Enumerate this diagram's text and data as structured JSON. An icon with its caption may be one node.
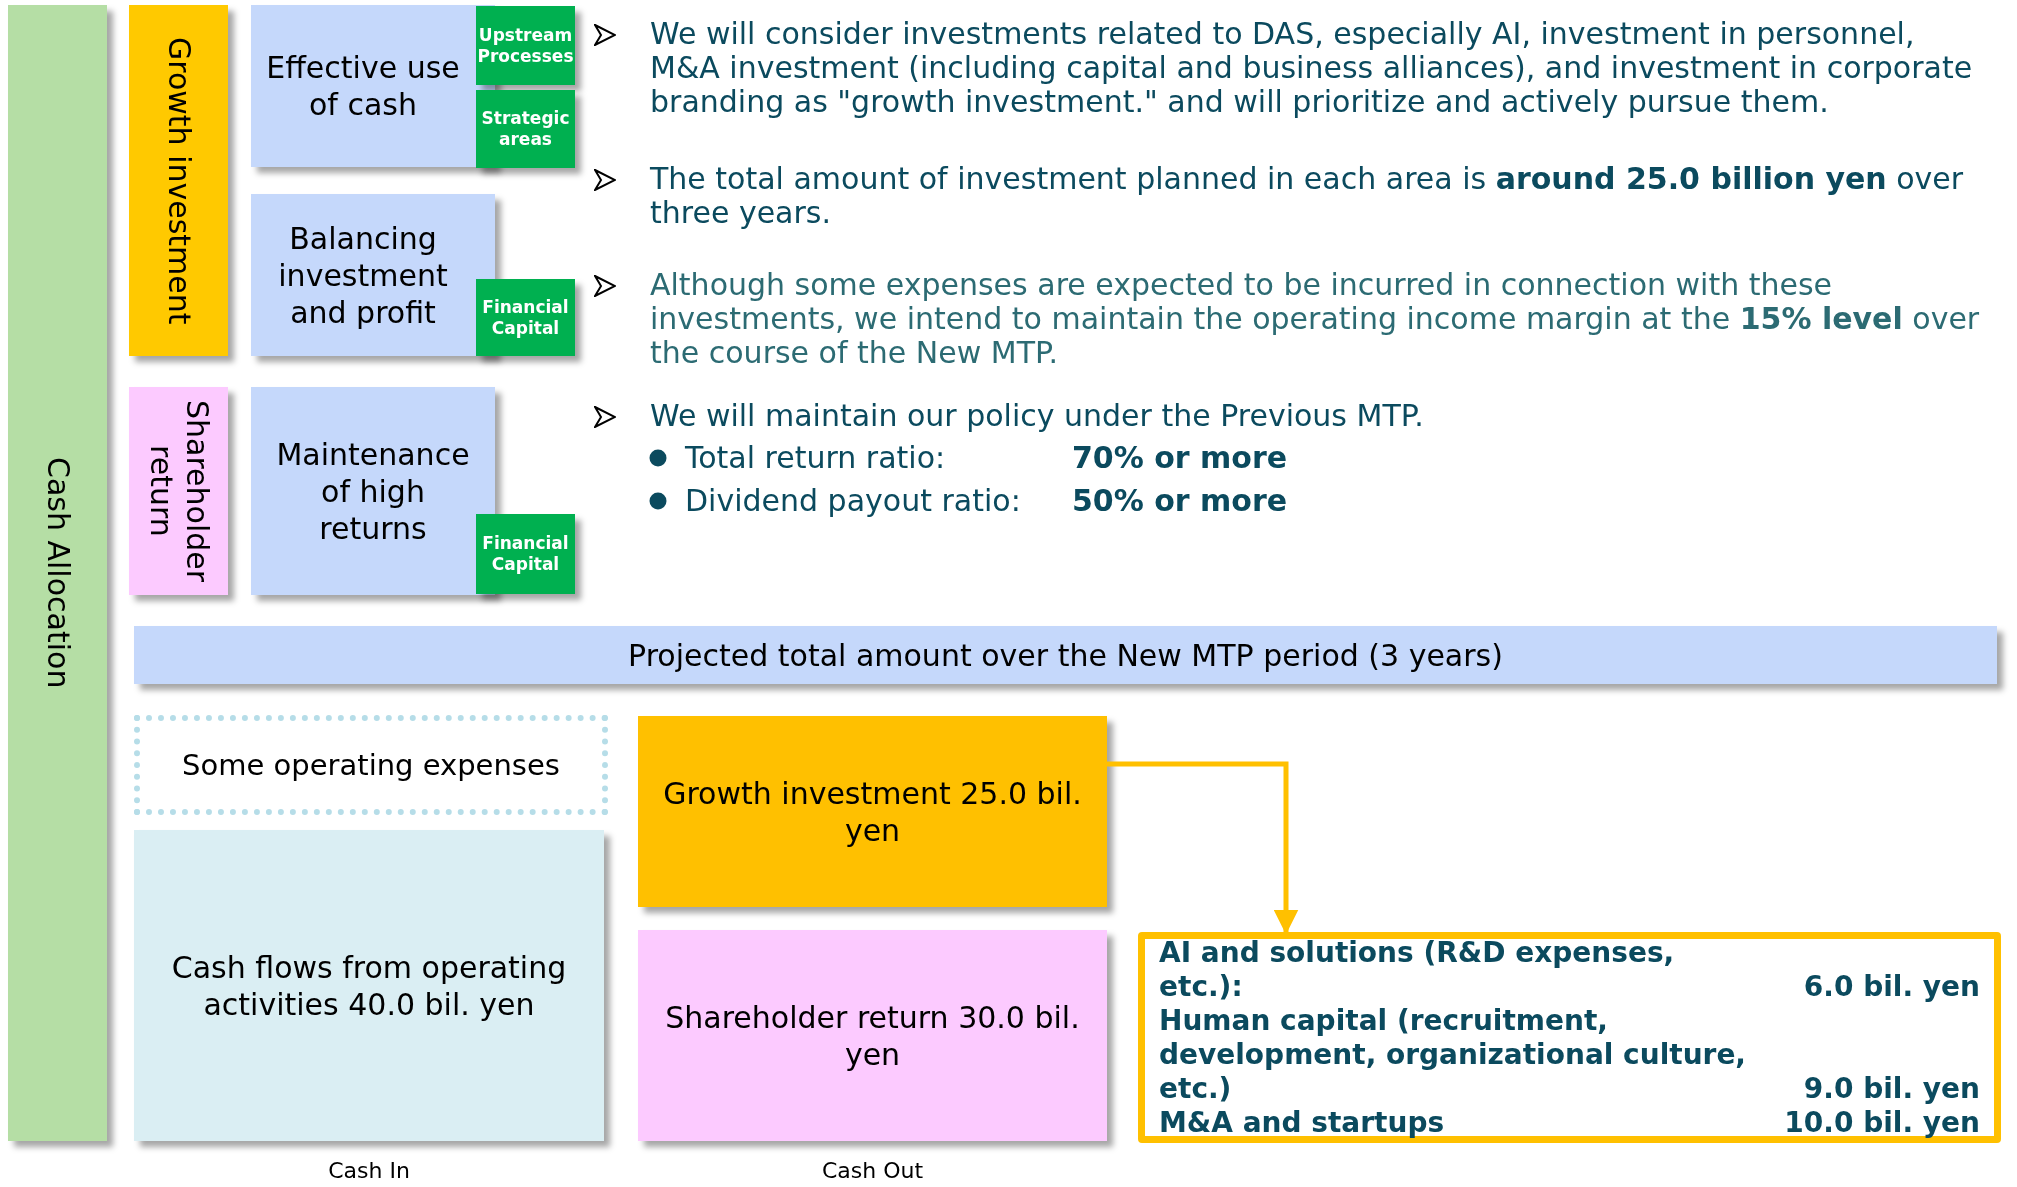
{
  "diagram": {
    "nodes": [
      {
        "text": [
          "Cash Allocation"
        ]
      },
      {
        "text": [
          "Growth investment"
        ]
      },
      {
        "text": [
          "Effective use of cash"
        ]
      },
      {
        "text": [
          "Upstream Processes"
        ]
      },
      {
        "text": [
          "Strategic areas"
        ]
      },
      {
        "text": [
          "Balancing investment and profit"
        ]
      },
      {
        "text": [
          "Financial Capital"
        ]
      },
      {
        "text": [
          "Shareholder return"
        ]
      },
      {
        "text": [
          "Maintenance of high returns"
        ]
      },
      {
        "text": [
          "Financial Capital"
        ]
      },
      {
        "text": [
          "Projected total amount over the New MTP period (3 years)"
        ]
      },
      {
        "text": [
          "Some operating expenses"
        ]
      },
      {
        "text": [
          "Cash flows from operating activities 40.0 bil. yen"
        ],
        "beside": [
          "Cash In"
        ]
      },
      {
        "text": [
          "Growth investment 25.0 bil. yen"
        ]
      },
      {
        "text": [
          "Shareholder return 30.0 bil. yen"
        ],
        "beside": [
          "Cash Out"
        ]
      },
      {
        "text": [
          "AI and solutions (R&D expenses, etc.):",
          "6.0 bil. yen",
          "Human capital (recruitment, development, organizational culture, etc.)",
          "9.0 bil. yen",
          "M&A and startups",
          "10.0 bil. yen"
        ]
      }
    ],
    "edges": [
      {
        "from": 13,
        "to": 15,
        "arrow": "to"
      }
    ],
    "labels": [
      "We will consider investments related to DAS, especially AI, investment in personnel, M&A investment (including capital and business alliances), and investment in corporate branding as \"growth investment.\" and will prioritize and actively pursue them.",
      "The total amount of investment planned in each area is **around 25.0 billion yen** over three years.",
      "Although some expenses are expected to be incurred in connection with these investments, we intend to maintain the operating income margin at the **15% level** over the course of the New MTP.",
      "We will maintain our policy under the Previous MTP.",
      "Total return ratio:",
      "70% or more",
      "Dividend payout ratio:",
      "50% or more"
    ]
  }
}
